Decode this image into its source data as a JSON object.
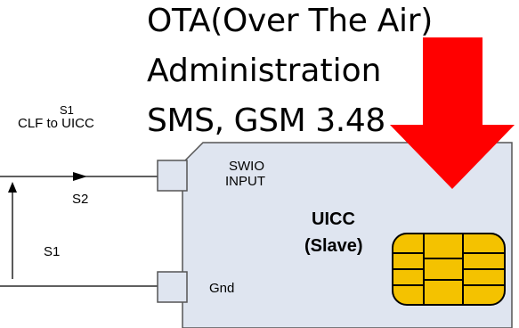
{
  "title": {
    "line1": "OTA(Over The Air)",
    "line2": "Administration",
    "line3": "SMS, GSM 3.48"
  },
  "left": {
    "s1_top": "S1",
    "clf_to_uicc": "CLF to UICC",
    "s2": "S2",
    "s1": "S1"
  },
  "card": {
    "swio_line1": "SWIO",
    "swio_line2": "INPUT",
    "gnd": "Gnd",
    "uicc": "UICC",
    "slave": "(Slave)"
  },
  "colors": {
    "arrow": "#ff0000",
    "card_fill": "#dfe5f0",
    "card_border": "#555555",
    "chip_fill": "#f4c200",
    "chip_stroke": "#000000"
  }
}
